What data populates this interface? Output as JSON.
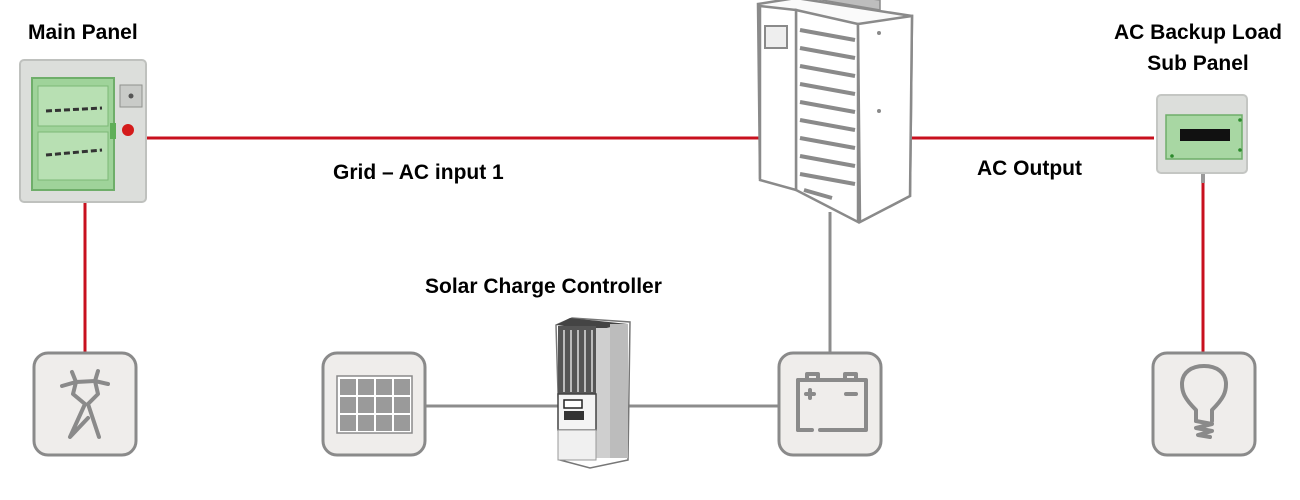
{
  "title": "Hybrid inverter system wiring diagram",
  "labels": {
    "main_panel": "Main Panel",
    "grid_input": "Grid – AC input 1",
    "ac_output": "AC Output",
    "sub_panel_line1": "AC Backup Load",
    "sub_panel_line2": "Sub Panel",
    "solar_controller": "Solar Charge Controller"
  },
  "components": [
    {
      "id": "main-panel",
      "name": "Main Panel",
      "type": "electrical-panel"
    },
    {
      "id": "inverter",
      "name": "Inverter/Charger",
      "type": "inverter"
    },
    {
      "id": "sub-panel",
      "name": "AC Backup Load Sub Panel",
      "type": "electrical-panel"
    },
    {
      "id": "utility-grid",
      "name": "Utility grid",
      "icon": "power-pylon-icon"
    },
    {
      "id": "solar-array",
      "name": "Solar panel",
      "icon": "solar-panel-icon"
    },
    {
      "id": "charge-controller",
      "name": "Solar Charge Controller",
      "type": "charge-controller"
    },
    {
      "id": "battery",
      "name": "Battery",
      "icon": "battery-icon"
    },
    {
      "id": "load",
      "name": "Backup load",
      "icon": "light-bulb-icon"
    }
  ],
  "connections": [
    {
      "from": "main-panel",
      "to": "inverter",
      "kind": "ac",
      "label": "Grid – AC input 1"
    },
    {
      "from": "inverter",
      "to": "sub-panel",
      "kind": "ac",
      "label": "AC Output"
    },
    {
      "from": "main-panel",
      "to": "utility-grid",
      "kind": "ac"
    },
    {
      "from": "sub-panel",
      "to": "load",
      "kind": "ac"
    },
    {
      "from": "solar-array",
      "to": "charge-controller",
      "kind": "dc"
    },
    {
      "from": "charge-controller",
      "to": "battery",
      "kind": "dc"
    },
    {
      "from": "inverter",
      "to": "battery",
      "kind": "dc"
    }
  ],
  "colors": {
    "ac_line": "#c8101e",
    "dc_line": "#8c8c8c",
    "icon_box_fill": "#efedeb",
    "icon_stroke": "#8a8a8a",
    "panel_green": "#9fd39a"
  }
}
